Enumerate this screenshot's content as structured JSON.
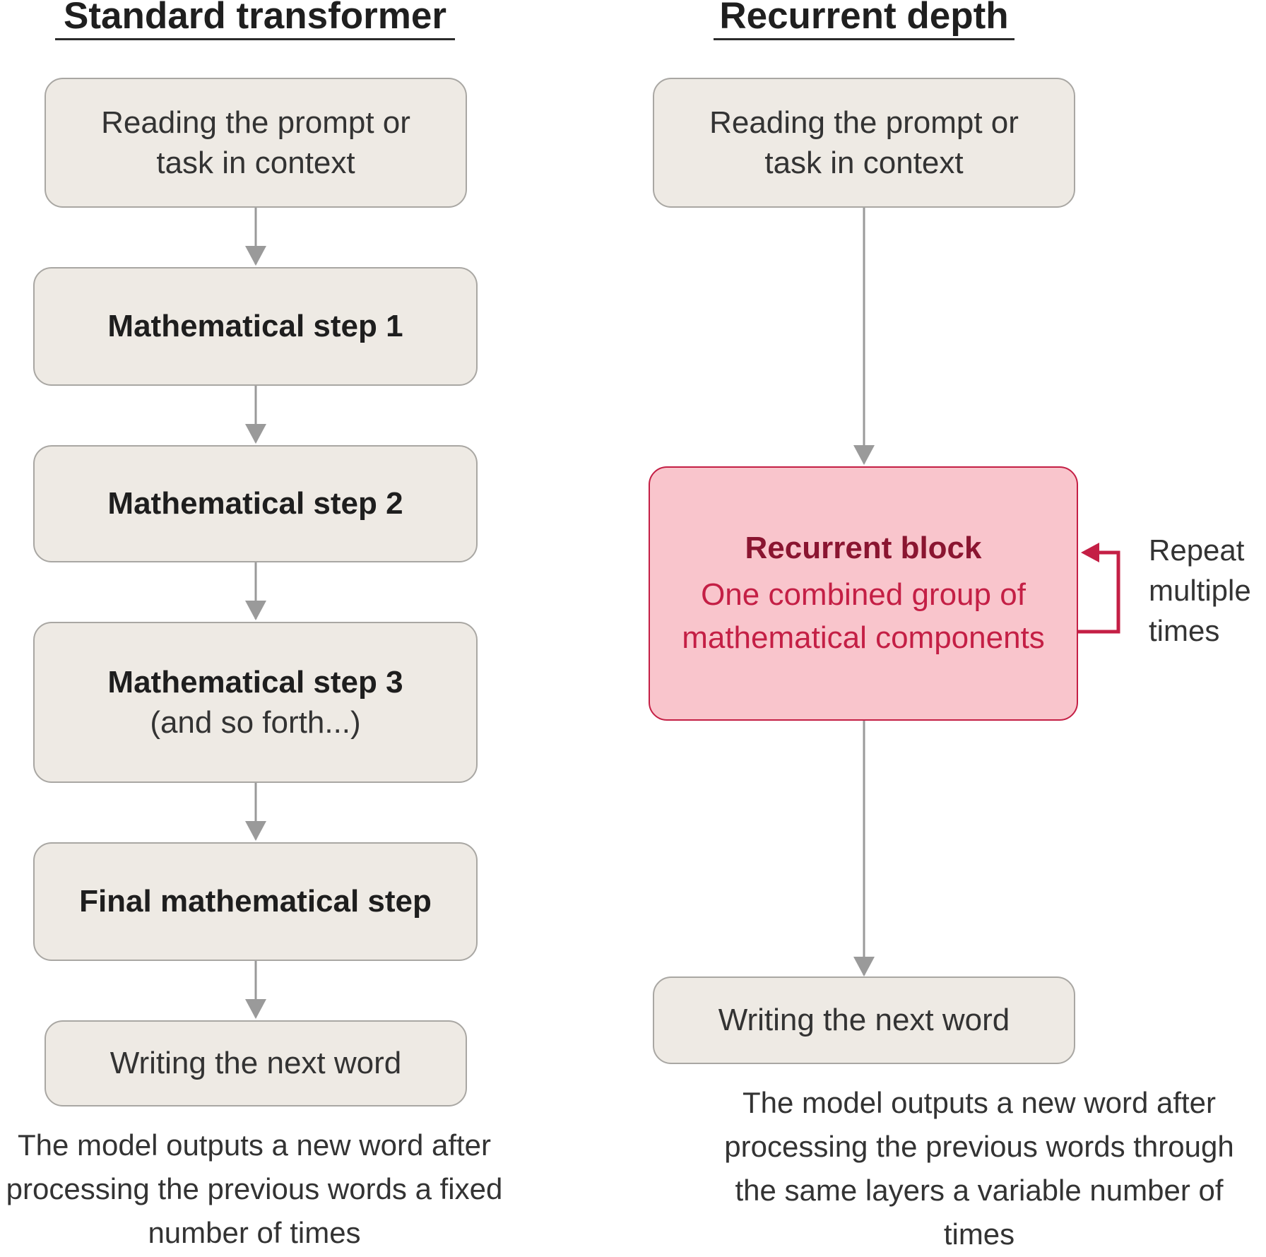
{
  "left_column": {
    "title": "Standard transformer",
    "boxes": [
      {
        "text": "Reading the prompt or task in context"
      },
      {
        "text": "Mathematical step 1"
      },
      {
        "text": "Mathematical step 2"
      },
      {
        "text": "Mathematical step 3",
        "sub": "(and so forth...)"
      },
      {
        "text": "Final mathematical step"
      },
      {
        "text": "Writing the next word"
      }
    ],
    "caption": "The model outputs a new word after processing the previous words a fixed number of times"
  },
  "right_column": {
    "title": "Recurrent depth",
    "input_box": "Reading the prompt or task in context",
    "recurrent_block": {
      "title": "Recurrent block",
      "description": "One combined group of mathematical components"
    },
    "repeat_label": "Repeat multiple times",
    "output_box": "Writing the next word",
    "caption": "The model outputs a new word after processing the previous words through the same layers a variable number of times"
  },
  "colors": {
    "box_fill": "#eeeae4",
    "box_border": "#a9a7a3",
    "arrow": "#9a9a9a",
    "accent": "#c41f45",
    "accent_fill": "#f9c5cc",
    "accent_dark": "#8a1530"
  }
}
